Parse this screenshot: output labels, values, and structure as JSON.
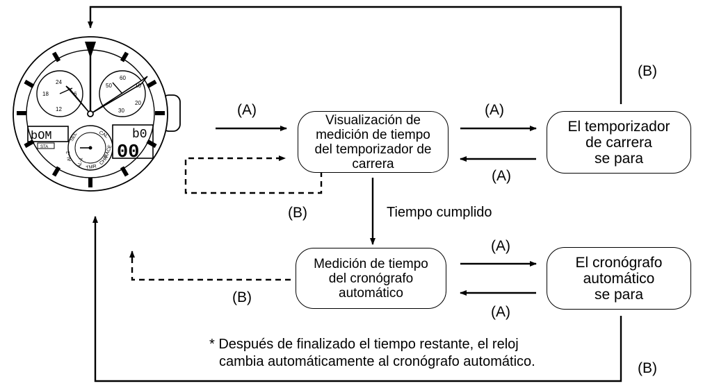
{
  "nodes": {
    "display": "Visualización de\nmedición de tiempo\ndel temporizador de\ncarrera",
    "timer_stops": "El temporizador\nde carrera\nse para",
    "chrono_measure": "Medición de tiempo\ndel cronógrafo\nautomático",
    "chrono_stops": "El cronógrafo\nautomático\nse para"
  },
  "labels": {
    "a_to_display": "(A)",
    "a_display_to_stop": "(A)",
    "a_stop_to_display": "(A)",
    "a_chrono_to_stop": "(A)",
    "a_stop_to_chrono": "(A)",
    "b_right_top": "(B)",
    "b_right_bottom": "(B)",
    "b_dashed_top": "(B)",
    "b_dashed_bottom": "(B)",
    "time_done": "Tiempo cumplido"
  },
  "footnote": {
    "line1": "* Después de finalizado el tiempo restante, el reloj",
    "line2": "cambia automáticamente al cronógrafo automático."
  },
  "watch": {
    "left_display": "bOM",
    "left_small": "STA",
    "right_top_digits": "b0",
    "right_big_digits": "00",
    "left_dial_numbers": [
      "24",
      "18",
      "6",
      "12"
    ],
    "right_dial_numbers": [
      "60",
      "50",
      "10",
      "20",
      "30"
    ],
    "mode_ring": [
      "SEL",
      "CAL",
      "AL-2",
      "AL-1",
      "TMR",
      "CHR",
      "RACE"
    ]
  }
}
